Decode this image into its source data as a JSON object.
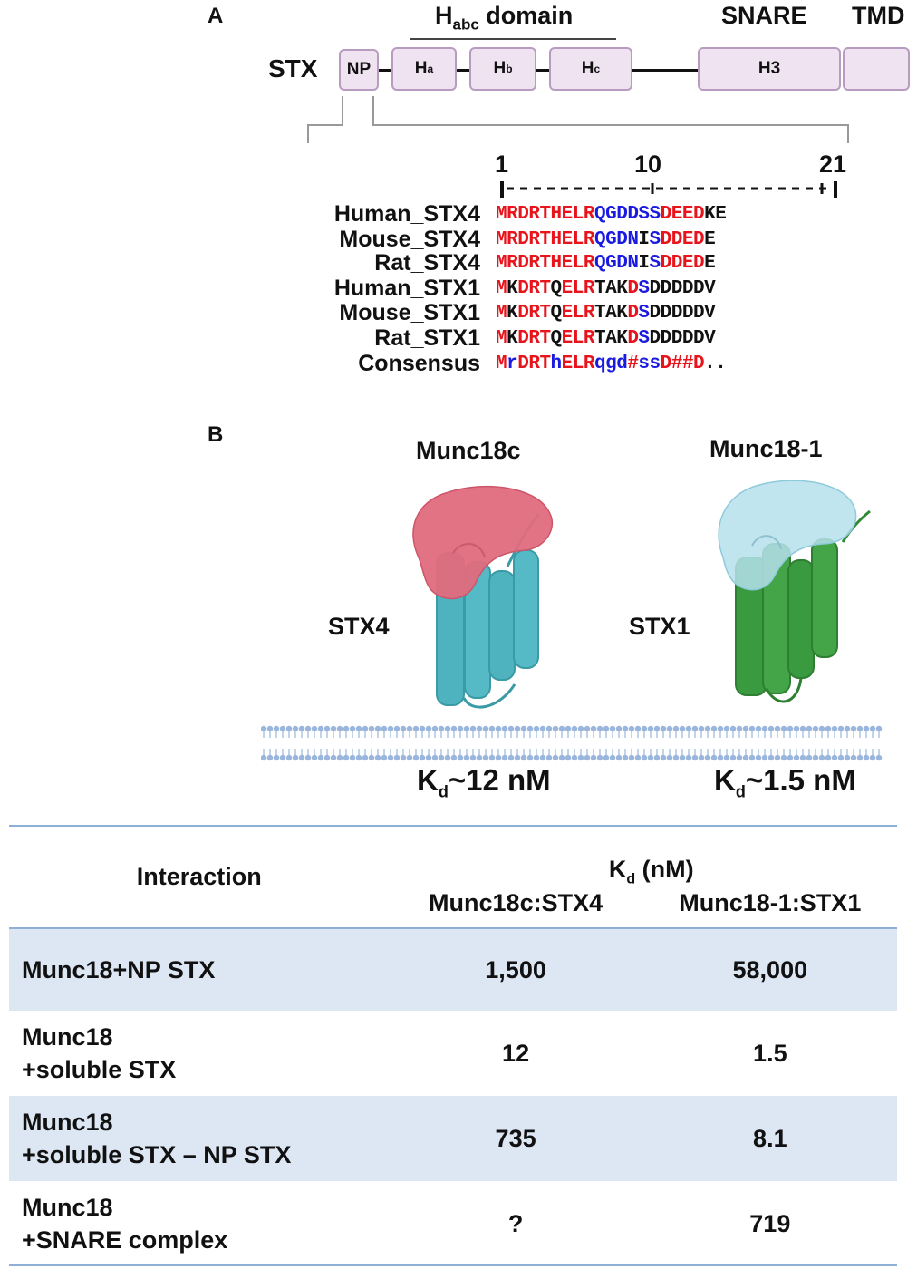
{
  "panel_a": {
    "label": "A",
    "habc_title_main": "H",
    "habc_title_sub": "abc",
    "habc_title_rest": " domain",
    "snare_title": "SNARE",
    "tmd_title": "TMD",
    "stx_label": "STX",
    "domains": [
      {
        "main": "NP",
        "sub": ""
      },
      {
        "main": "H",
        "sub": "a"
      },
      {
        "main": "H",
        "sub": "b"
      },
      {
        "main": "H",
        "sub": "c"
      },
      {
        "main": "H3",
        "sub": ""
      },
      {
        "main": "",
        "sub": ""
      }
    ],
    "ruler": {
      "start": "1",
      "mid": "10",
      "end": "21"
    },
    "alignment": [
      {
        "name": "Human_STX4",
        "seq": "MRDRTHELRQGDDSSDEEDKE",
        "colors": "rrrrrrrrrbbbbbbrrrrkk"
      },
      {
        "name": "Mouse_STX4",
        "seq": "MRDRTHELRQGDNISDDEDE",
        "colors": "rrrrrrrrrbbbbkbrrrrk"
      },
      {
        "name": "Rat_STX4",
        "seq": "MRDRTHELRQGDNISDDEDE",
        "colors": "rrrrrrrrrbbbbkbrrrrk"
      },
      {
        "name": "Human_STX1",
        "seq": "MKDRTQELRTAKDSDDDDDV",
        "colors": "rkrrrkrrrkkkrbkkkkkk"
      },
      {
        "name": "Mouse_STX1",
        "seq": "MKDRTQELRTAKDSDDDDDV",
        "colors": "rkrrrkrrrkkkrbkkkkkk"
      },
      {
        "name": "Rat_STX1",
        "seq": "MKDRTQELRTAKDSDDDDDV",
        "colors": "rkrrrkrrrkkkrbkkkkkk"
      },
      {
        "name": "Consensus",
        "seq": "MrDRThELRqgd#ssD##D..",
        "colors": "rbrrrbrrrbbbrbbrrrrkk"
      }
    ]
  },
  "panel_b": {
    "label": "B",
    "munc18c": "Munc18c",
    "munc18_1": "Munc18-1",
    "stx4": "STX4",
    "stx1": "STX1",
    "kd_left_main": "K",
    "kd_left_sub": "d",
    "kd_left_rest": "~12 nM",
    "kd_right_main": "K",
    "kd_right_sub": "d",
    "kd_right_rest": "~1.5 nM",
    "colors": {
      "munc18c": "#e07080",
      "stx4": "#4fb3bf",
      "munc18_1": "#b5e0ec",
      "stx1": "#3a9a3f",
      "membrane": "#9ab6dc"
    }
  },
  "table": {
    "interaction_header": "Interaction",
    "kd_header_main": "K",
    "kd_header_sub": "d",
    "kd_header_rest": " (nM)",
    "col1": "Munc18c:STX4",
    "col2": "Munc18-1:STX1",
    "rows": [
      {
        "line1": "Munc18+NP STX",
        "line2": "",
        "v1": "1,500",
        "v2": "58,000"
      },
      {
        "line1": "Munc18",
        "line2": "+soluble STX",
        "v1": "12",
        "v2": "1.5"
      },
      {
        "line1": "Munc18",
        "line2": "+soluble STX – NP STX",
        "v1": "735",
        "v2": "8.1"
      },
      {
        "line1": "Munc18",
        "line2": "+SNARE complex",
        "v1": "?",
        "v2": "719"
      }
    ]
  }
}
